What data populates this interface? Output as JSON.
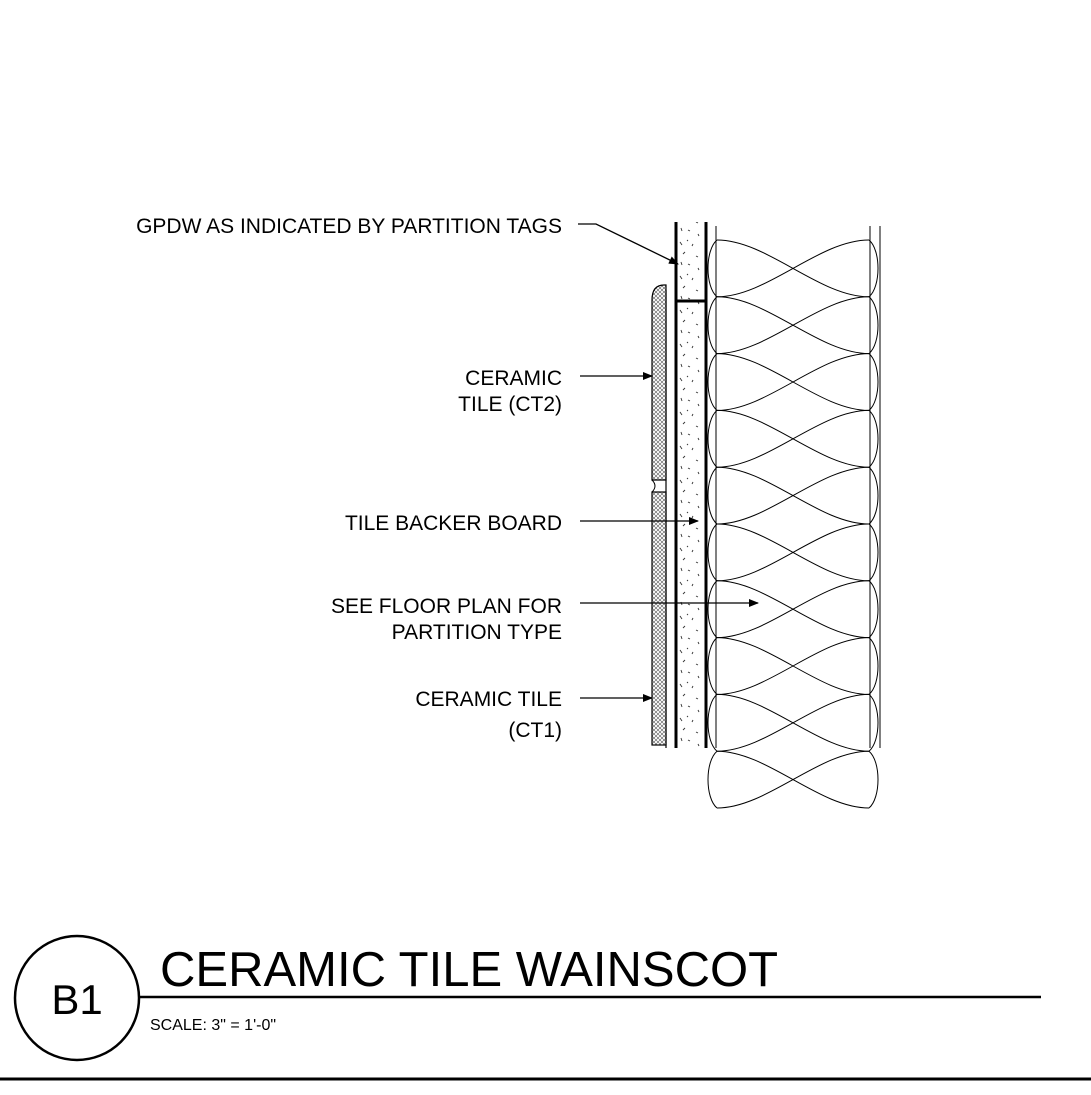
{
  "callouts": {
    "gpdw": "GPDW AS INDICATED BY PARTITION TAGS",
    "ct2_line1": "CERAMIC",
    "ct2_line2": "TILE (CT2)",
    "backer": "TILE BACKER BOARD",
    "floorplan_line1": "SEE FLOOR PLAN FOR",
    "floorplan_line2": "PARTITION TYPE",
    "ct1_line1": "CERAMIC TILE",
    "ct1_line2": "(CT1)"
  },
  "title_block": {
    "tag": "B1",
    "title": "CERAMIC TILE WAINSCOT",
    "scale": "SCALE:  3\" = 1'-0\""
  }
}
